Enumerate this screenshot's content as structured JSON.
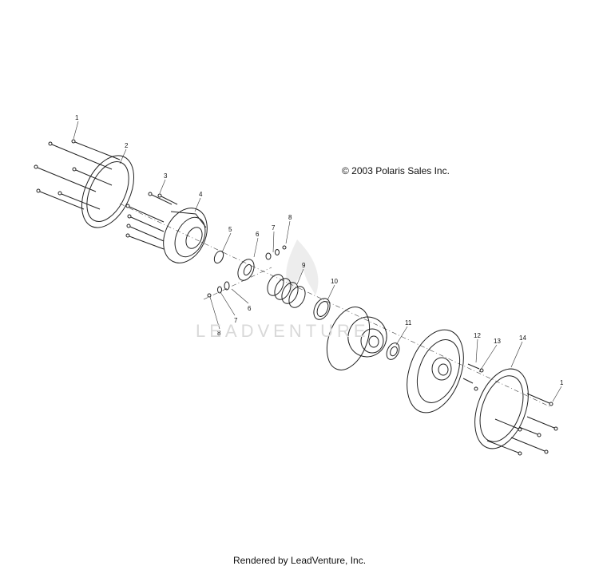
{
  "copyright": "© 2003 Polaris Sales Inc.",
  "watermark": "LEADVENTURE",
  "footer": "Rendered by LeadVenture, Inc.",
  "callouts": [
    "1",
    "2",
    "3",
    "4",
    "5",
    "6",
    "7",
    "8",
    "6",
    "7",
    "8",
    "9",
    "10",
    "11",
    "12",
    "13",
    "14",
    "1"
  ]
}
